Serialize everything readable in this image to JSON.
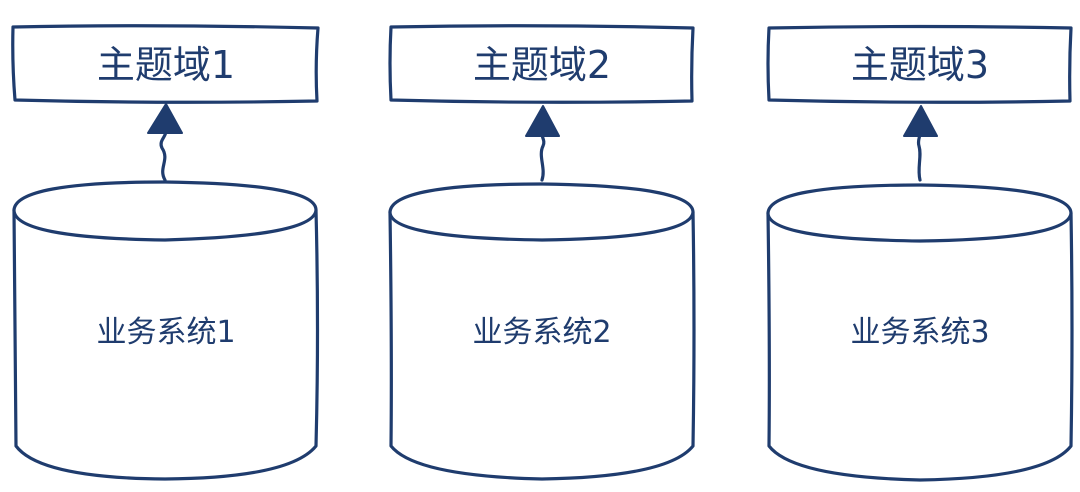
{
  "diagram": {
    "columns": [
      {
        "domain_label": "主题域1",
        "system_label": "业务系统1"
      },
      {
        "domain_label": "主题域2",
        "system_label": "业务系统2"
      },
      {
        "domain_label": "主题域3",
        "system_label": "业务系统3"
      }
    ],
    "colors": {
      "stroke": "#1f3c6e",
      "text": "#1f3c6e",
      "fill": "#ffffff"
    }
  }
}
